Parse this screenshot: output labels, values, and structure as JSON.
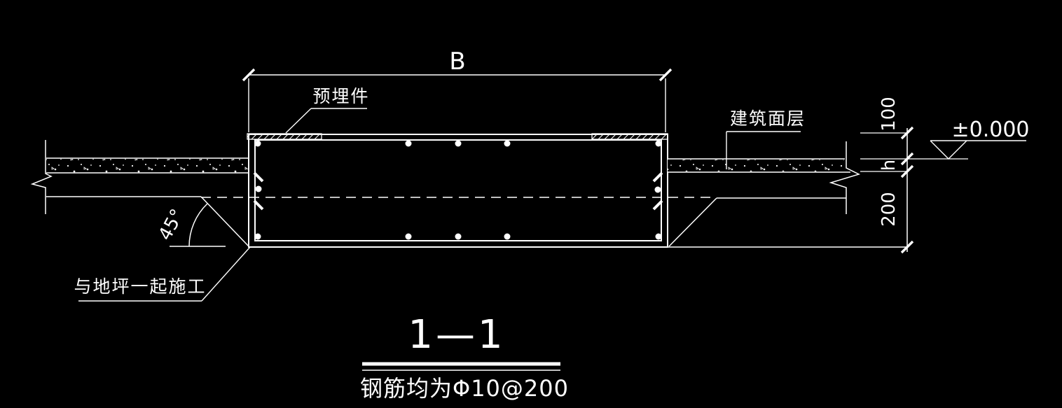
{
  "labels": {
    "width_dim": "B",
    "embedded_part": "预埋件",
    "floor_finish": "建筑面层",
    "elevation": "±0.000",
    "angle": "45°",
    "cast_with_floor": "与地坪一起施工"
  },
  "dimensions": {
    "finish_offset": "100",
    "slab_thickness": "h",
    "pit_depth": "200"
  },
  "title": {
    "section": "1—1",
    "note": "钢筋均为Φ10@200"
  },
  "colors": {
    "background": "#000000",
    "line": "#ffffff"
  }
}
